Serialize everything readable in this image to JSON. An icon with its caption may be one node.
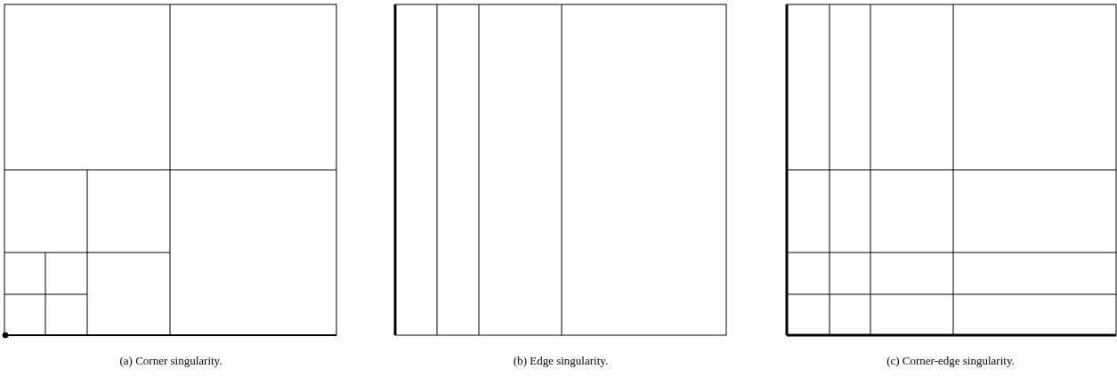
{
  "diagram": {
    "labels": [
      "(a) Corner singularity.",
      "(b) Edge singularity.",
      "(c) Corner-edge singularity."
    ]
  }
}
